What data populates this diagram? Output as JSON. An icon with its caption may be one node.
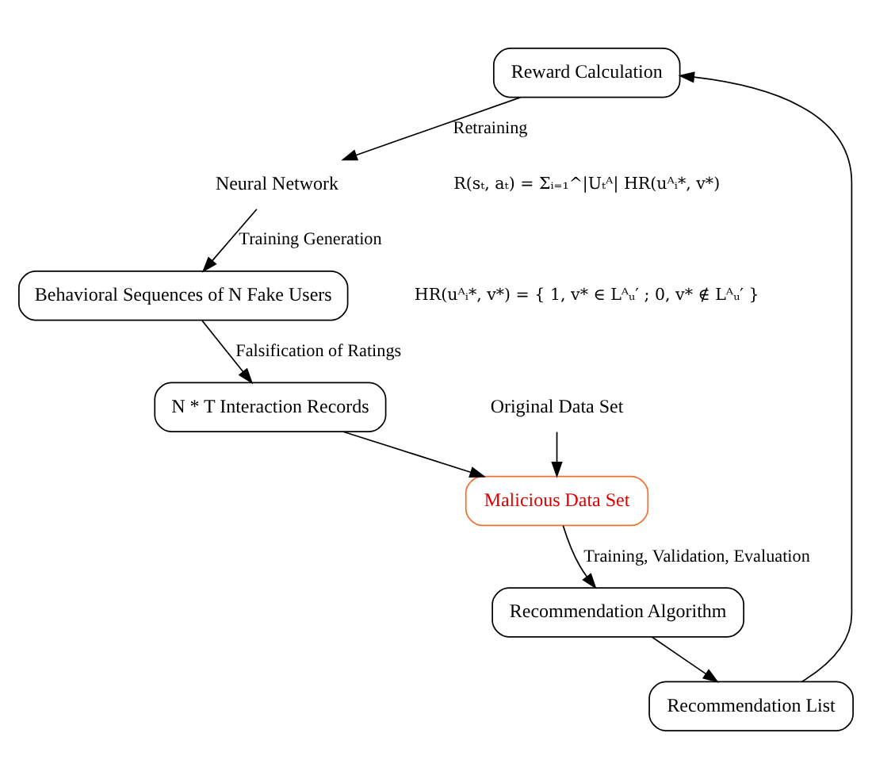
{
  "diagram": {
    "nodes": [
      {
        "text": [
          "Reward Calculation"
        ]
      },
      {
        "text": [
          "Neural Network"
        ]
      },
      {
        "text": [
          "Behavioral Sequences of N Fake Users"
        ]
      },
      {
        "text": [
          "Recommendation List"
        ]
      },
      {
        "text": [
          "N * T Interaction Records"
        ]
      },
      {
        "text": [
          "Original Data Set"
        ]
      },
      {
        "text": [
          "Malicious Data Set"
        ]
      },
      {
        "text": [
          "Recommendation Algorithm"
        ]
      }
    ],
    "edges": [
      {
        "from": 0,
        "to": 1,
        "arrow": "to",
        "label": "Retraining"
      },
      {
        "from": 1,
        "to": 2,
        "arrow": "to",
        "label": "Training Generation"
      },
      {
        "from": 2,
        "to": 4,
        "arrow": "to",
        "label": "Falsification of Ratings"
      },
      {
        "from": 4,
        "to": 6,
        "arrow": "to"
      },
      {
        "from": 5,
        "to": 6,
        "arrow": "to"
      },
      {
        "from": 6,
        "to": 7,
        "arrow": "to",
        "label": "Training, Validation, Evaluation"
      },
      {
        "from": 7,
        "to": 3,
        "arrow": "to"
      },
      {
        "from": 3,
        "to": 0,
        "arrow": "to"
      }
    ],
    "labels": [
      "R(sₜ, aₜ) = Σᵢ₌₁^|Uₜᴬ| HR(uᴬᵢ*, v*)",
      "HR(uᴬᵢ*, v*) = { 1, v* ∈ Lᴬᵤ′ ; 0, v* ∉ Lᴬᵤ′ }"
    ]
  }
}
